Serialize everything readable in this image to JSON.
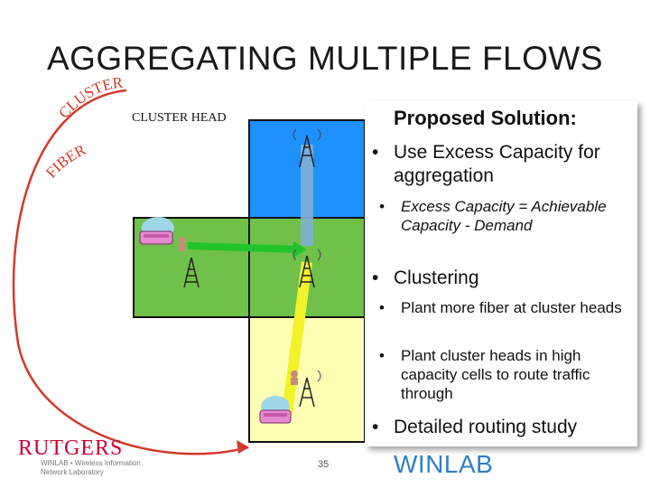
{
  "slide": {
    "title": "AGGREGATING MULTIPLE FLOWS",
    "page_number": "35"
  },
  "diagram": {
    "cluster_arc_label": "CLUSTER",
    "fiber_arc_label": "FIBER",
    "cluster_head_label": "CLUSTER HEAD",
    "colors": {
      "blue_cell": "#1e90ff",
      "green_cell": "#6fc14a",
      "yellow_cell": "#ffffb3",
      "arc": "#d23a2a",
      "flow_green": "#22c22a",
      "flow_yellow": "#f2f22a",
      "flow_blue": "#7fb0d6"
    }
  },
  "panel": {
    "heading": "Proposed Solution:",
    "bullets": [
      "Use Excess Capacity for aggregation",
      "Excess Capacity = Achievable Capacity - Demand",
      "Clustering",
      "Plant more fiber at cluster heads",
      "Plant cluster heads in high capacity cells to route traffic through",
      "Detailed routing study"
    ]
  },
  "footer": {
    "rutgers": "RUTGERS",
    "rutgers_sub": "WINLAB • Wireless Information Network Laboratory",
    "winlab": "WINLAB"
  }
}
